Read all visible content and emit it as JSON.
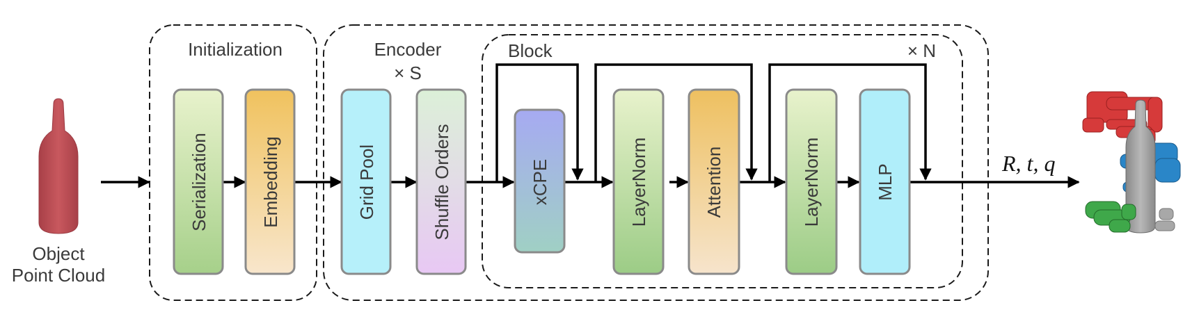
{
  "input": {
    "label_line1": "Object",
    "label_line2": "Point Cloud",
    "icon": "bottle-icon"
  },
  "groups": {
    "initialization": {
      "title": "Initialization"
    },
    "encoder": {
      "title": "Encoder",
      "repeat": "× S"
    },
    "block": {
      "title": "Block",
      "repeat": "× N"
    }
  },
  "modules": {
    "serialization": "Serialization",
    "embedding": "Embedding",
    "grid_pool": "Grid Pool",
    "shuffle_orders": "Shuffle Orders",
    "xcpe": "xCPE",
    "layernorm_1": "LayerNorm",
    "attention": "Attention",
    "layernorm_2": "LayerNorm",
    "mlp": "MLP"
  },
  "output": {
    "label": "R, t, q",
    "icon": "robot-hand-grasp-icon"
  },
  "colors": {
    "serialization": [
      "#e8f2cc",
      "#a6d08a"
    ],
    "embedding": [
      "#f0c25e",
      "#f8e6cc"
    ],
    "grid_pool": [
      "#b6f0fa",
      "#b6f0fa"
    ],
    "shuffle_orders": [
      "#dcf0d8",
      "#e8c8f4"
    ],
    "xcpe": [
      "#a6aaf2",
      "#a0d0c4"
    ],
    "layernorm": [
      "#e8f2cc",
      "#9ccc86"
    ],
    "attention": [
      "#eec060",
      "#f6e4cc"
    ],
    "mlp": [
      "#b0eefa",
      "#b0eefa"
    ],
    "bottle": "#c8585e",
    "hand_red": "#d63a3a",
    "hand_blue": "#2a86c8",
    "hand_green": "#3fa84a"
  }
}
